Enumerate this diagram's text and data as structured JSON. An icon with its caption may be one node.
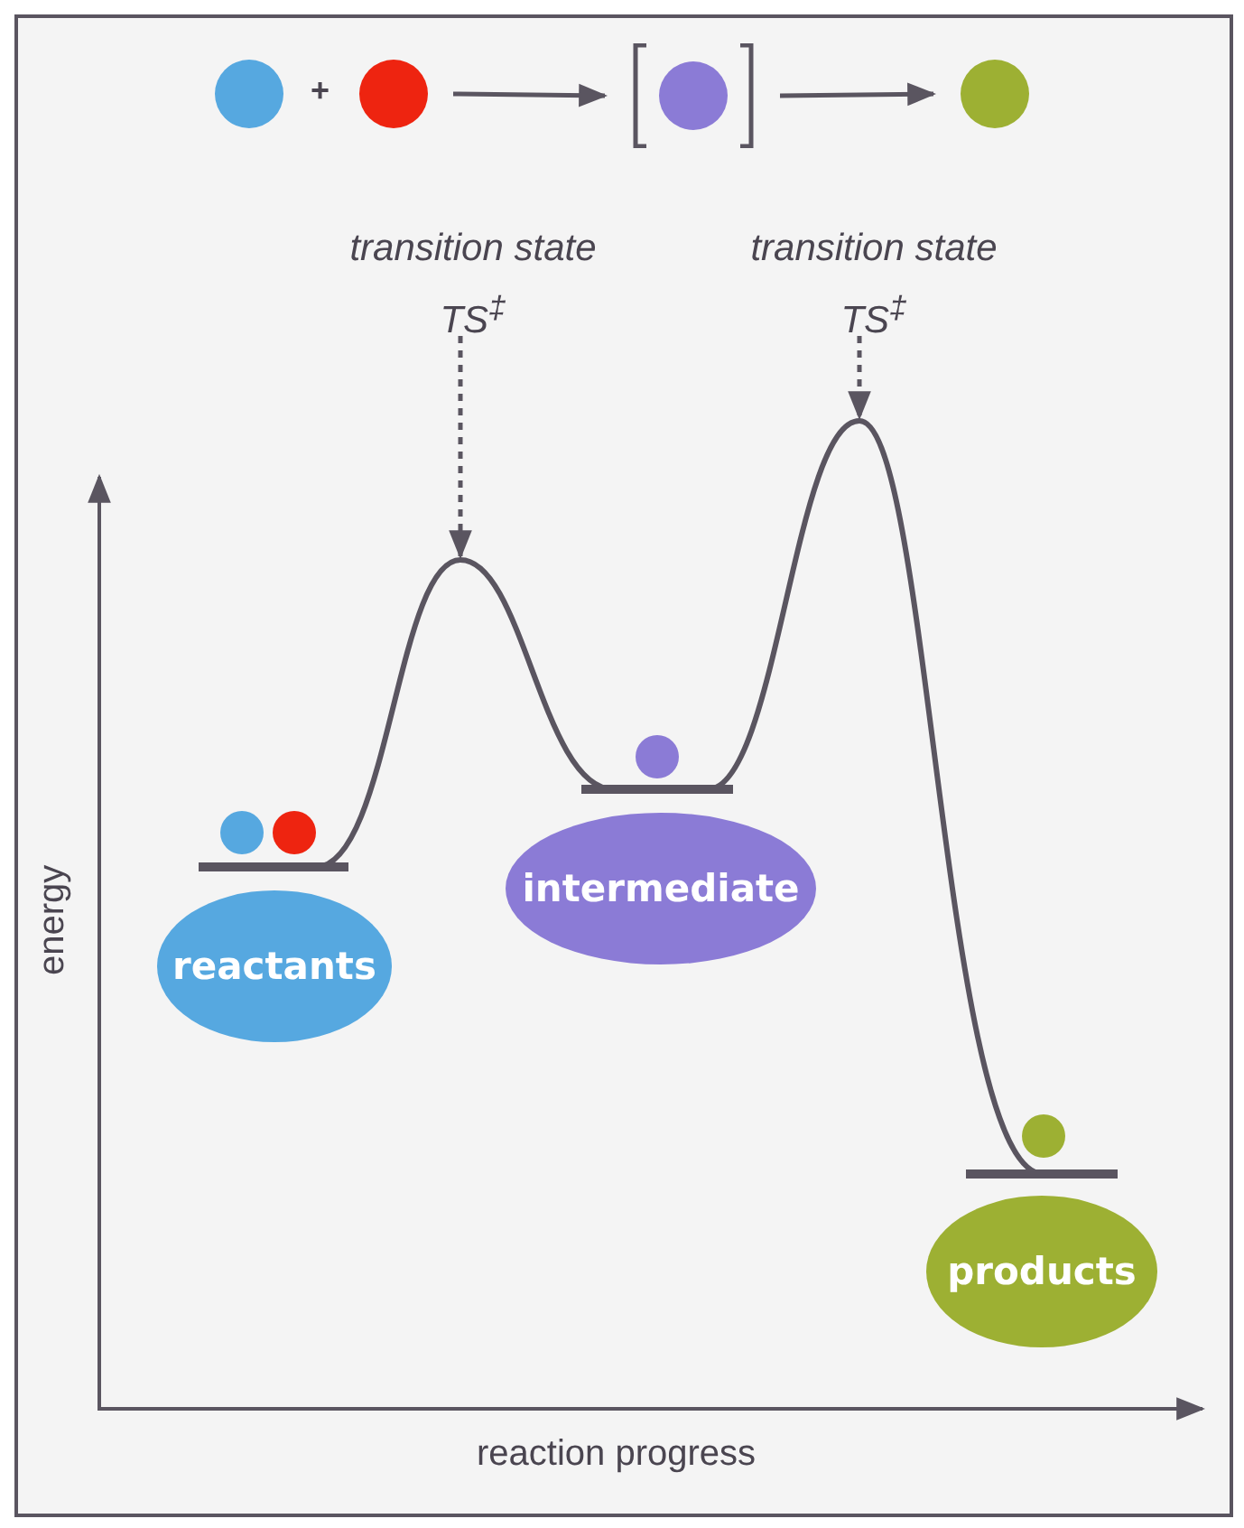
{
  "diagram": {
    "nodes": [
      {
        "text": [
          "reactants"
        ]
      },
      {
        "text": [
          "intermediate"
        ]
      },
      {
        "text": [
          "products"
        ]
      },
      {
        "text": [],
        "shape": "circle"
      },
      {
        "text": [],
        "shape": "circle"
      },
      {
        "text": [],
        "shape": "circle"
      },
      {
        "text": [],
        "shape": "circle"
      },
      {
        "text": [
          "transition state TS$^{‡}$"
        ]
      },
      {
        "text": [
          "transition state TS$^{‡}$"
        ]
      }
    ],
    "edges": [
      {
        "from": 4,
        "to": 5,
        "arrow": "to"
      },
      {
        "from": 5,
        "to": 6,
        "arrow": "to"
      },
      {
        "from": 7,
        "to": null,
        "arrow": "to",
        "style": "dashed"
      },
      {
        "from": 8,
        "to": null,
        "arrow": "to",
        "style": "dashed"
      }
    ],
    "labels": [
      "+",
      "energy",
      "reaction progress"
    ]
  }
}
